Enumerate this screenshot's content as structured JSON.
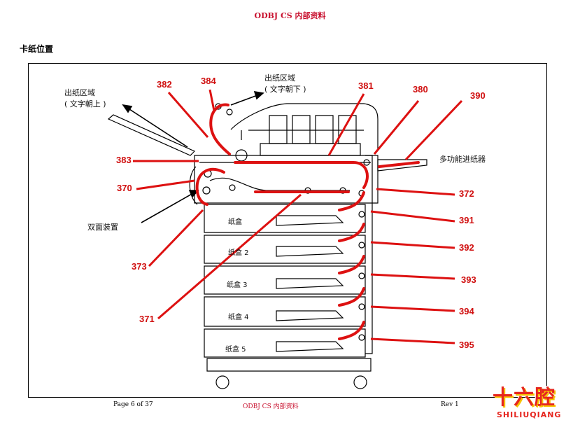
{
  "header": {
    "title": "ODBJ CS 内部资料"
  },
  "section_title": "卡纸位置",
  "diagram": {
    "labels": {
      "exit_face_up_l1": "出纸区域",
      "exit_face_up_l2": "( 文字朝上 )",
      "exit_face_down_l1": "出纸区域",
      "exit_face_down_l2": "( 文字朝下 )",
      "mpt": "多功能进纸器",
      "duplex": "双面装置"
    },
    "trays": [
      "纸盒",
      "纸盒 2",
      "纸盒 3",
      "纸盒 4",
      "纸盒 5"
    ],
    "jam_codes": {
      "c380": "380",
      "c381": "381",
      "c382": "382",
      "c383": "383",
      "c384": "384",
      "c370": "370",
      "c371": "371",
      "c372": "372",
      "c373": "373",
      "c390": "390",
      "c391": "391",
      "c392": "392",
      "c393": "393",
      "c394": "394",
      "c395": "395"
    },
    "colors": {
      "jam_path": "#dd1111",
      "line": "#000000"
    }
  },
  "footer": {
    "page": "Page 6 of 37",
    "center": "ODBJ CS 内部资料",
    "rev": "Rev 1"
  },
  "watermark": {
    "text": "十六腔",
    "sub": "SHILIUQIANG"
  }
}
